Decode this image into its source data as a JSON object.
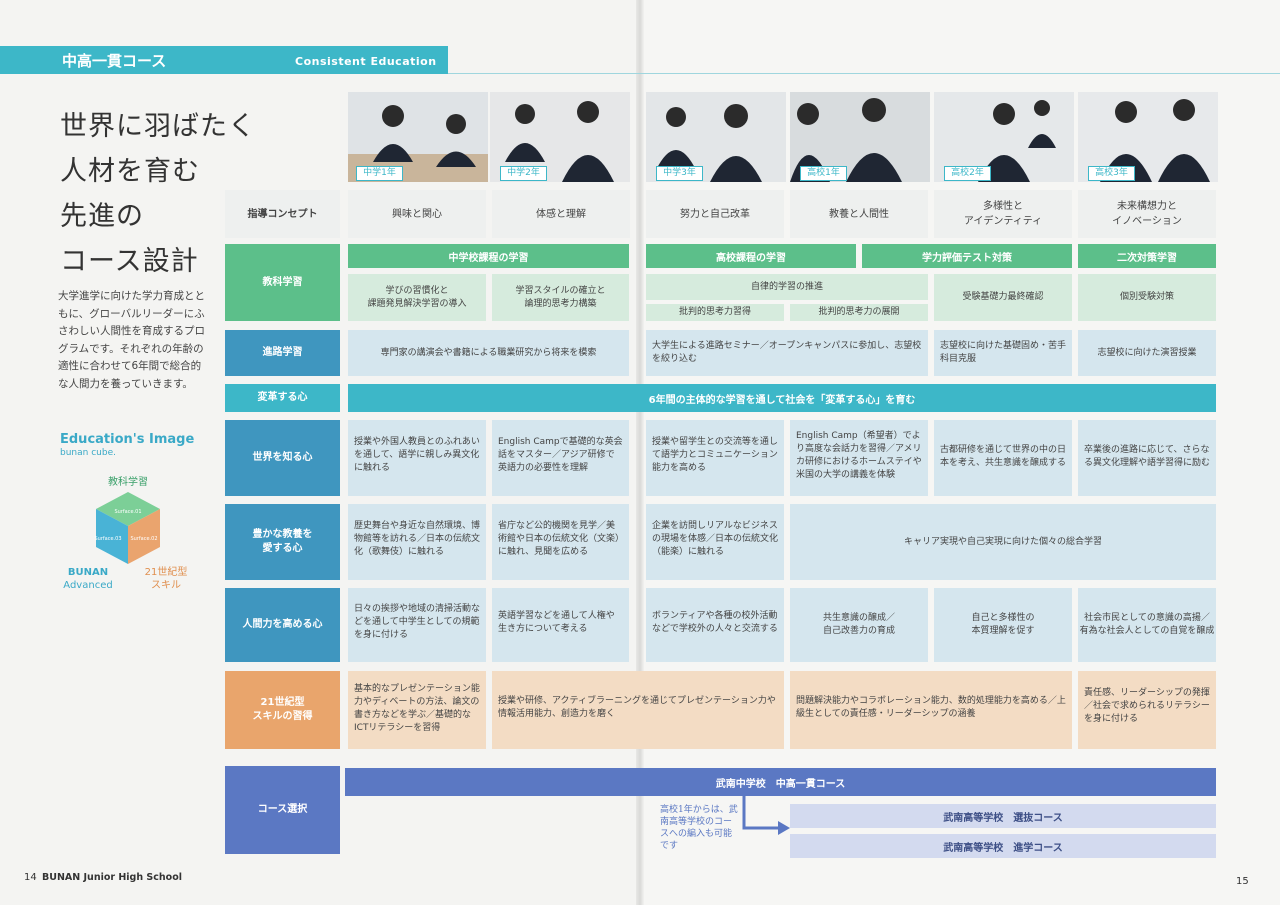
{
  "header": {
    "label": "中高一貫コース",
    "en": "Consistent Education"
  },
  "title": "世界に羽ばたく\n人材を育む\n先進の\nコース設計",
  "intro": "大学進学に向けた学力育成とともに、グローバルリーダーにふさわしい人間性を育成するプログラムです。それぞれの年齢の適性に合わせて6年間で総合的な人間力を養っていきます。",
  "education_image": {
    "title": "Education's Image",
    "sub": "bunan cube.",
    "top": "教科学習",
    "left1": "BUNAN",
    "left2": "Advanced",
    "right1": "21世紀型",
    "right2": "スキル",
    "face1": "Surface.01",
    "face2": "Surface.02",
    "face3": "Surface.03"
  },
  "colors": {
    "teal": "#3db7c8",
    "green": "#5cbf8a",
    "blue": "#3f96bf",
    "orange": "#e9a56c",
    "navy": "#5b78c3"
  },
  "grades": [
    "中学1年",
    "中学2年",
    "中学3年",
    "高校1年",
    "高校2年",
    "高校3年"
  ],
  "rows": {
    "concept": "指導コンセプト",
    "subject": "教科学習",
    "career": "進路学習",
    "change": "変革する心",
    "world": "世界を知る心",
    "culture": "豊かな教養を\n愛する心",
    "human": "人間力を高める心",
    "skill": "21世紀型\nスキルの習得",
    "course": "コース選択"
  },
  "concepts": [
    "興味と関心",
    "体感と理解",
    "努力と自己改革",
    "教養と人間性",
    "多様性と\nアイデンティティ",
    "未来構想力と\nイノベーション"
  ],
  "subject": {
    "h1": "中学校課程の学習",
    "h2": "高校課程の学習",
    "h3": "学力評価テスト対策",
    "h4": "二次対策学習",
    "c1": "学びの習慣化と\n課題発見解決学習の導入",
    "c2": "学習スタイルの確立と\n論理的思考力構築",
    "c3": "自律的学習の推進",
    "c3a": "批判的思考力習得",
    "c3b": "批判的思考力の展開",
    "c4": "受験基礎力最終確認",
    "c5": "個別受験対策"
  },
  "career": {
    "c1": "専門家の講演会や書籍による職業研究から将来を模索",
    "c2": "大学生による進路セミナー／オープンキャンパスに参加し、志望校を絞り込む",
    "c3": "志望校に向けた基礎固め・苦手科目克服",
    "c4": "志望校に向けた演習授業"
  },
  "change": "6年間の主体的な学習を通して社会を「変革する心」を育む",
  "world": [
    "授業や外国人教員とのふれあいを通して、語学に親しみ異文化に触れる",
    "English Campで基礎的な英会話をマスター／アジア研修で英語力の必要性を理解",
    "授業や留学生との交流等を通して語学力とコミュニケーション能力を高める",
    "English Camp（希望者）でより高度な会話力を習得／アメリカ研修におけるホームステイや米国の大学の講義を体験",
    "古都研修を通じて世界の中の日本を考え、共生意識を醸成する",
    "卒業後の進路に応じて、さらなる異文化理解や語学習得に励む"
  ],
  "culture": [
    "歴史舞台や身近な自然環境、博物館等を訪れる／日本の伝統文化（歌舞伎）に触れる",
    "省庁など公的機関を見学／美術館や日本の伝統文化（文楽）に触れ、見聞を広める",
    "企業を訪問しリアルなビジネスの現場を体感／日本の伝統文化（能楽）に触れる",
    "キャリア実現や自己実現に向けた個々の総合学習"
  ],
  "human": [
    "日々の挨拶や地域の清掃活動などを通して中学生としての規範を身に付ける",
    "英語学習などを通して人権や生き方について考える",
    "ボランティアや各種の校外活動などで学校外の人々と交流する",
    "共生意識の醸成／\n自己改善力の育成",
    "自己と多様性の\n本質理解を促す",
    "社会市民としての意識の高揚／\n有為な社会人としての自覚を醸成"
  ],
  "skill": [
    "基本的なプレゼンテーション能力やディベートの方法、論文の書き方などを学ぶ／基礎的なICTリテラシーを習得",
    "授業や研修、アクティブラーニングを通じてプレゼンテーション力や情報活用能力、創造力を磨く",
    "問題解決能力やコラボレーション能力、数的処理能力を高める／上級生としての責任感・リーダーシップの涵養",
    "責任感、リーダーシップの発揮／社会で求められるリテラシーを身に付ける"
  ],
  "course": {
    "main": "武南中学校　中高一貫コース",
    "note": "高校1年からは、武南高等学校のコースへの編入も可能です",
    "c1": "武南高等学校　選抜コース",
    "c2": "武南高等学校　進学コース"
  },
  "footer": {
    "left_num": "14",
    "left_text": "BUNAN Junior High School",
    "right_num": "15"
  }
}
